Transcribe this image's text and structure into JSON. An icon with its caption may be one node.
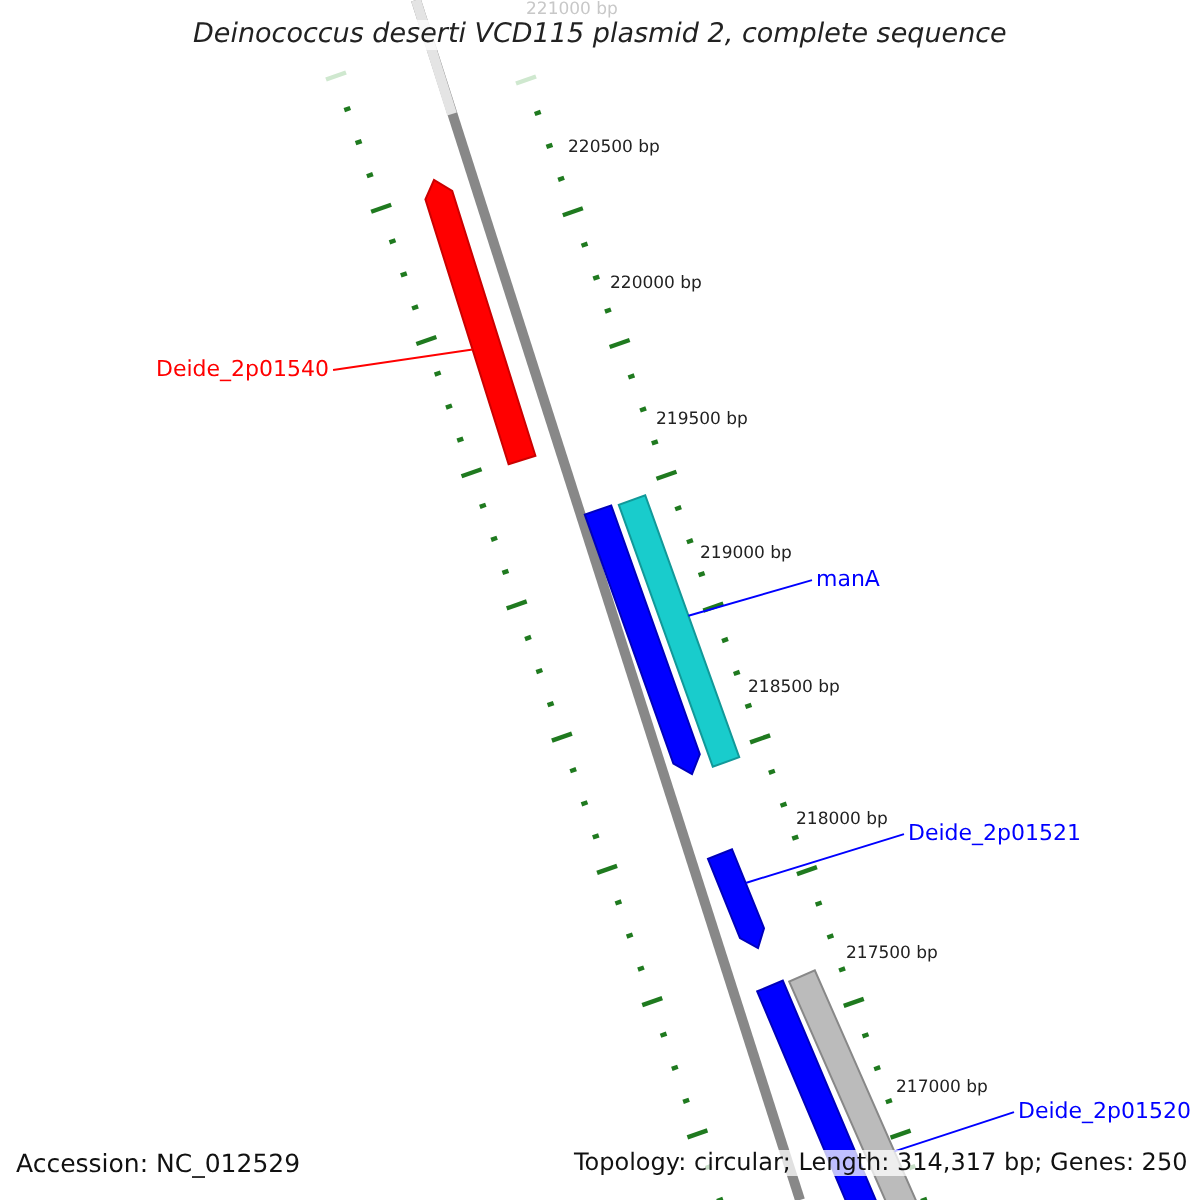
{
  "diagram": {
    "title": "Deinococcus deserti VCD115 plasmid 2, complete sequence",
    "nodes": [
      {
        "text": [
          "Deide_2p01540"
        ]
      },
      {
        "text": [],
        "shape": "bar"
      },
      {
        "text": [
          "manA"
        ]
      },
      {
        "text": [],
        "shape": "bar"
      },
      {
        "text": [
          "Deide_2p01521"
        ]
      },
      {
        "text": [],
        "shape": "bar"
      },
      {
        "text": [
          "Deide_2p01520"
        ]
      },
      {
        "text": [],
        "shape": "bar"
      },
      {
        "text": [],
        "shape": "bar"
      },
      {
        "text": [],
        "shape": "bar"
      }
    ],
    "edges": [
      {
        "from": 0,
        "to": 1,
        "arrow": "none",
        "color": "#ff0000"
      },
      {
        "from": 2,
        "to": 3,
        "arrow": "none"
      },
      {
        "from": 4,
        "to": 5,
        "arrow": "none"
      },
      {
        "from": 6,
        "to": 7,
        "arrow": "none"
      }
    ],
    "labels": [
      "221000 bp",
      "220500 bp",
      "220000 bp",
      "219500 bp",
      "219000 bp",
      "218500 bp",
      "218000 bp",
      "217500 bp",
      "217000 bp",
      "Accession: NC_012529",
      "Topology: circular; Length: 314,317 bp; Genes: 250"
    ]
  }
}
